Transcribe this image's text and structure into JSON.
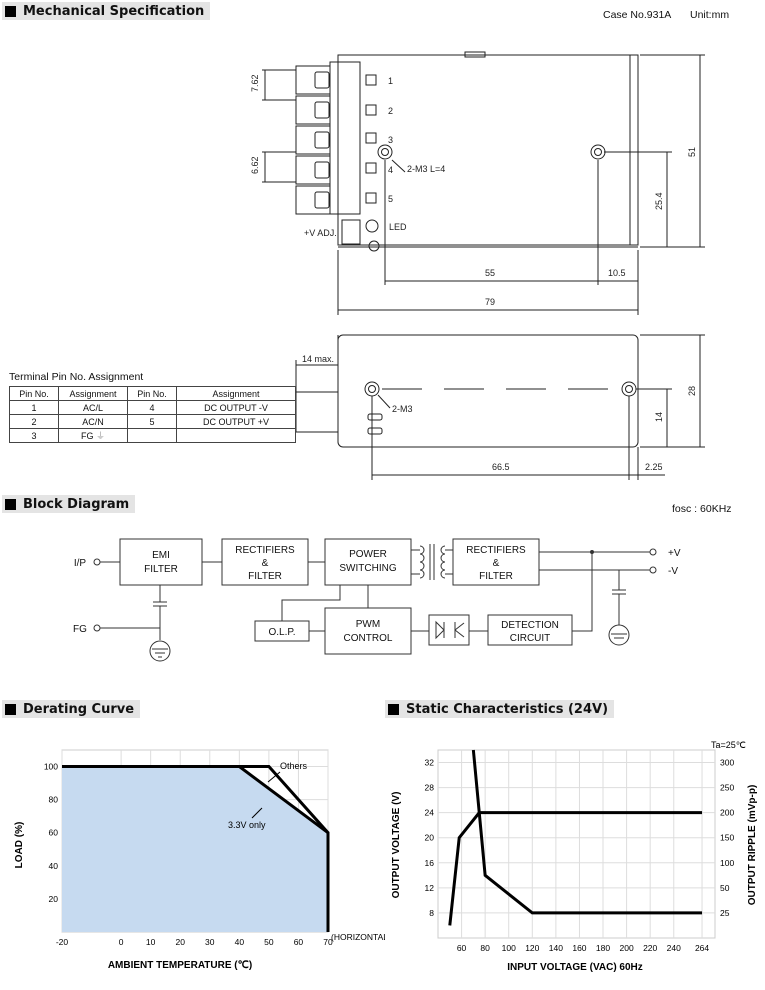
{
  "sections": {
    "mechanical": "Mechanical Specification",
    "block": "Block Diagram",
    "derating": "Derating Curve",
    "static": "Static Characteristics (24V)"
  },
  "case_info": {
    "case_no": "Case No.931A",
    "unit": "Unit:mm"
  },
  "mech": {
    "dim_762": "7.62",
    "dim_662": "6.62",
    "dim_51": "51",
    "dim_254": "25.4",
    "dim_55": "55",
    "dim_105": "10.5",
    "dim_79": "79",
    "pins": [
      "1",
      "2",
      "3",
      "4",
      "5"
    ],
    "m3_label": "2-M3 L=4",
    "led": "LED",
    "vadj": "+V ADJ.",
    "dim_14max": "14 max.",
    "dim_28": "28",
    "dim_14": "14",
    "dim_665": "66.5",
    "dim_225": "2.25",
    "m3_side": "2-M3"
  },
  "pin_table": {
    "title": "Terminal Pin No.  Assignment",
    "headers": [
      "Pin No.",
      "Assignment",
      "Pin No.",
      "Assignment"
    ],
    "rows": [
      [
        "1",
        "AC/L",
        "4",
        "DC OUTPUT -V"
      ],
      [
        "2",
        "AC/N",
        "5",
        "DC OUTPUT +V"
      ],
      [
        "3",
        "FG",
        "",
        ""
      ]
    ]
  },
  "block": {
    "fosc": "fosc : 60KHz",
    "ip": "I/P",
    "fg": "FG",
    "vplus": "+V",
    "vminus": "-V",
    "emi_1": "EMI",
    "emi_2": "FILTER",
    "rect1_1": "RECTIFIERS",
    "rect1_2": "&",
    "rect1_3": "FILTER",
    "pwr_1": "POWER",
    "pwr_2": "SWITCHING",
    "rect2_1": "RECTIFIERS",
    "rect2_2": "&",
    "rect2_3": "FILTER",
    "olp": "O.L.P.",
    "pwm_1": "PWM",
    "pwm_2": "CONTROL",
    "det_1": "DETECTION",
    "det_2": "CIRCUIT"
  },
  "chart_data": [
    {
      "type": "area",
      "xlabel": "AMBIENT TEMPERATURE (℃)",
      "ylabel": "LOAD (%)",
      "x_ticks": [
        "-20",
        "0",
        "10",
        "20",
        "30",
        "40",
        "50",
        "60",
        "70"
      ],
      "x_suffix": "(HORIZONTAL)",
      "y_ticks": [
        "20",
        "40",
        "60",
        "80",
        "100"
      ],
      "xlim": [
        -20,
        70
      ],
      "ylim": [
        0,
        110
      ],
      "series": [
        {
          "name": "Others",
          "x": [
            -20,
            50,
            70,
            70
          ],
          "y": [
            100,
            100,
            60,
            0
          ]
        },
        {
          "name": "3.3V only",
          "x": [
            -20,
            40,
            70,
            70
          ],
          "y": [
            100,
            100,
            60,
            0
          ]
        }
      ]
    },
    {
      "type": "line",
      "note": "Ta=25℃",
      "xlabel": "INPUT VOLTAGE (VAC) 60Hz",
      "ylabel": "OUTPUT VOLTAGE (V)",
      "y2label": "OUTPUT RIPPLE (mVp-p)",
      "x_ticks": [
        "60",
        "80",
        "100",
        "120",
        "140",
        "160",
        "180",
        "200",
        "220",
        "240",
        "264"
      ],
      "y_ticks": [
        "8",
        "12",
        "16",
        "20",
        "24",
        "28",
        "32"
      ],
      "y2_ticks": [
        "25",
        "50",
        "100",
        "150",
        "200",
        "250",
        "300"
      ],
      "xlim": [
        40,
        275
      ],
      "ylim": [
        4,
        34
      ],
      "y2lim": [
        0,
        325
      ],
      "series": [
        {
          "name": "Output Voltage",
          "x": [
            50,
            58,
            75,
            264
          ],
          "y": [
            6,
            20,
            24,
            24
          ]
        },
        {
          "name": "Output Ripple",
          "axis": "right",
          "x": [
            70,
            80,
            120,
            264
          ],
          "y": [
            325,
            75,
            25,
            25
          ]
        }
      ]
    }
  ]
}
